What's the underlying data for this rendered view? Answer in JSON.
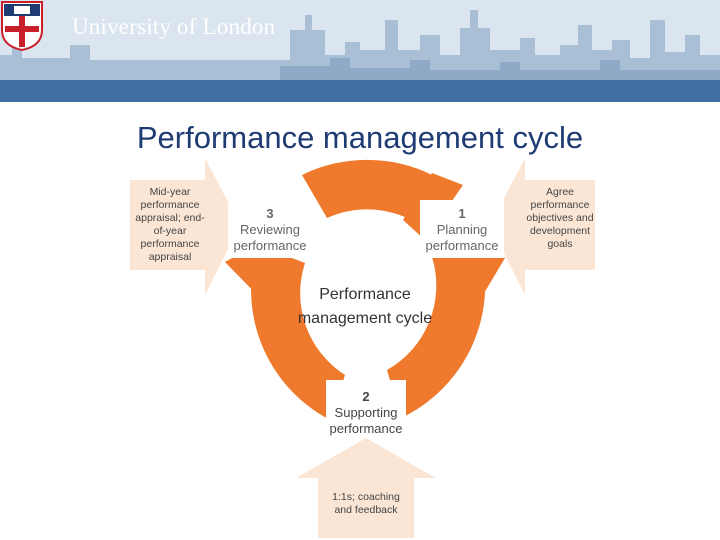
{
  "header": {
    "institution": "University of London"
  },
  "slide": {
    "title": "Performance management cycle"
  },
  "diagram": {
    "center_label": "Performance management cycle",
    "stages": [
      {
        "number": "1",
        "label": "Planning performance"
      },
      {
        "number": "2",
        "label": "Supporting performance"
      },
      {
        "number": "3",
        "label": "Reviewing performance"
      }
    ],
    "callouts": {
      "left": "Mid-year performance appraisal; end-of-year performance appraisal",
      "right": "Agree performance objectives and development goals",
      "bottom": "1:1s; coaching and feedback"
    }
  },
  "colors": {
    "cycle_orange": "#ef7a2d",
    "callout_fill": "#fbe6d6",
    "banner_blue": "#3f6fa3",
    "title_blue": "#1f3b73"
  }
}
